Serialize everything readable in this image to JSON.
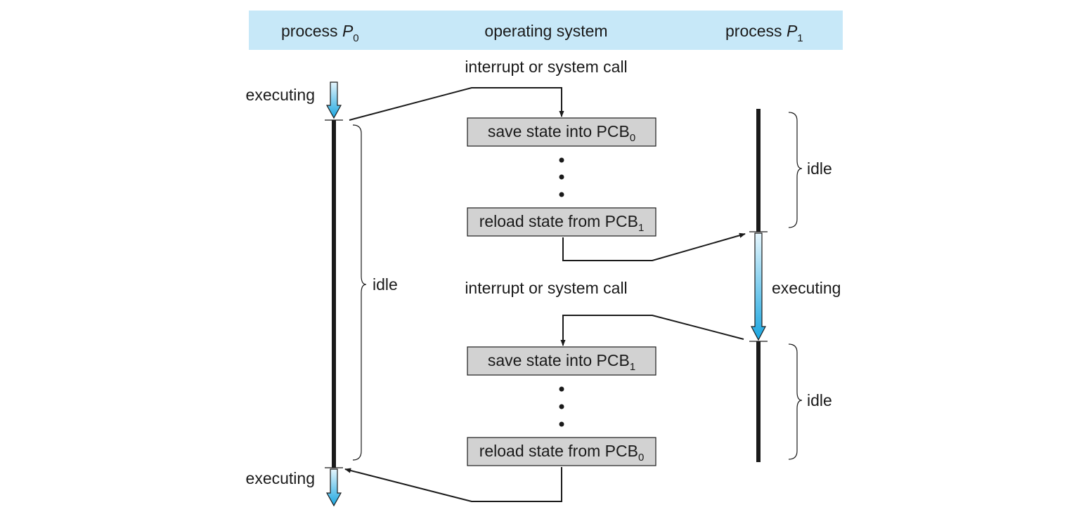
{
  "header": {
    "col_p0": {
      "text": "process ",
      "italic": "P",
      "sub": "0"
    },
    "col_os": "operating system",
    "col_p1": {
      "text": "process ",
      "italic": "P",
      "sub": "1"
    },
    "band_color": "#c7e8f8"
  },
  "os_steps": [
    {
      "text": "save state into PCB",
      "sub": "0"
    },
    {
      "text": "reload state from PCB",
      "sub": "1"
    },
    {
      "text": "save state into PCB",
      "sub": "1"
    },
    {
      "text": "reload state from PCB",
      "sub": "0"
    }
  ],
  "labels": {
    "interrupt_1": "interrupt or system call",
    "interrupt_2": "interrupt or system call",
    "p0_executing_top": "executing",
    "p0_idle": "idle",
    "p0_executing_bottom": "executing",
    "p1_idle_top": "idle",
    "p1_executing": "executing",
    "p1_idle_bottom": "idle"
  },
  "colors": {
    "box_fill": "#d2d2d2",
    "exec_arrow_top": "#e6f6fd",
    "exec_arrow_bottom": "#1aa6e0",
    "line": "#1a1a1a"
  }
}
